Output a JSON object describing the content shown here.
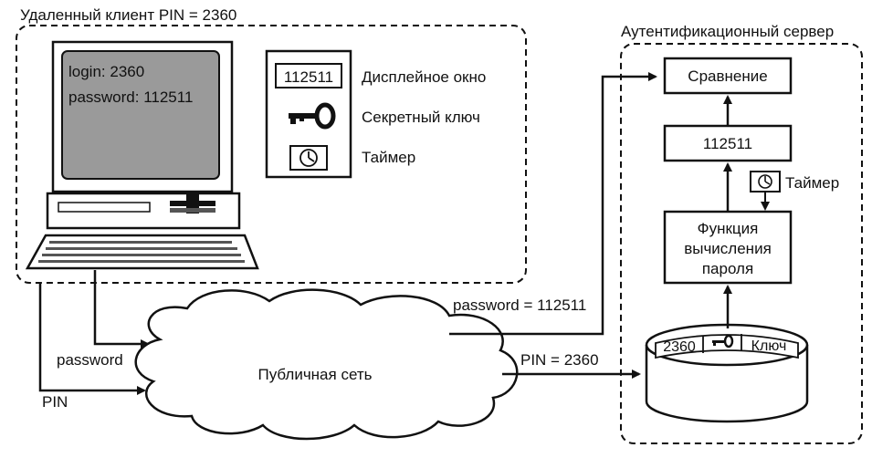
{
  "client": {
    "title": "Удаленный клиент PIN = 2360",
    "screen_login": "login: 2360",
    "screen_password": "password: 112511"
  },
  "token": {
    "display_value": "112511",
    "display_label": "Дисплейное окно",
    "key_label": "Секретный ключ",
    "timer_label": "Таймер"
  },
  "network": {
    "cloud_label": "Публичная сеть",
    "password_arrow": "password",
    "pin_arrow": "PIN",
    "password_value": "password = 112511",
    "pin_value": "PIN = 2360"
  },
  "server": {
    "title": "Аутентификационный сервер",
    "compare": "Сравнение",
    "computed": "112511",
    "timer_label": "Таймер",
    "function_line1": "Функция",
    "function_line2": "вычисления",
    "function_line3": "пароля",
    "db_pin": "2360",
    "db_key": "Ключ"
  }
}
